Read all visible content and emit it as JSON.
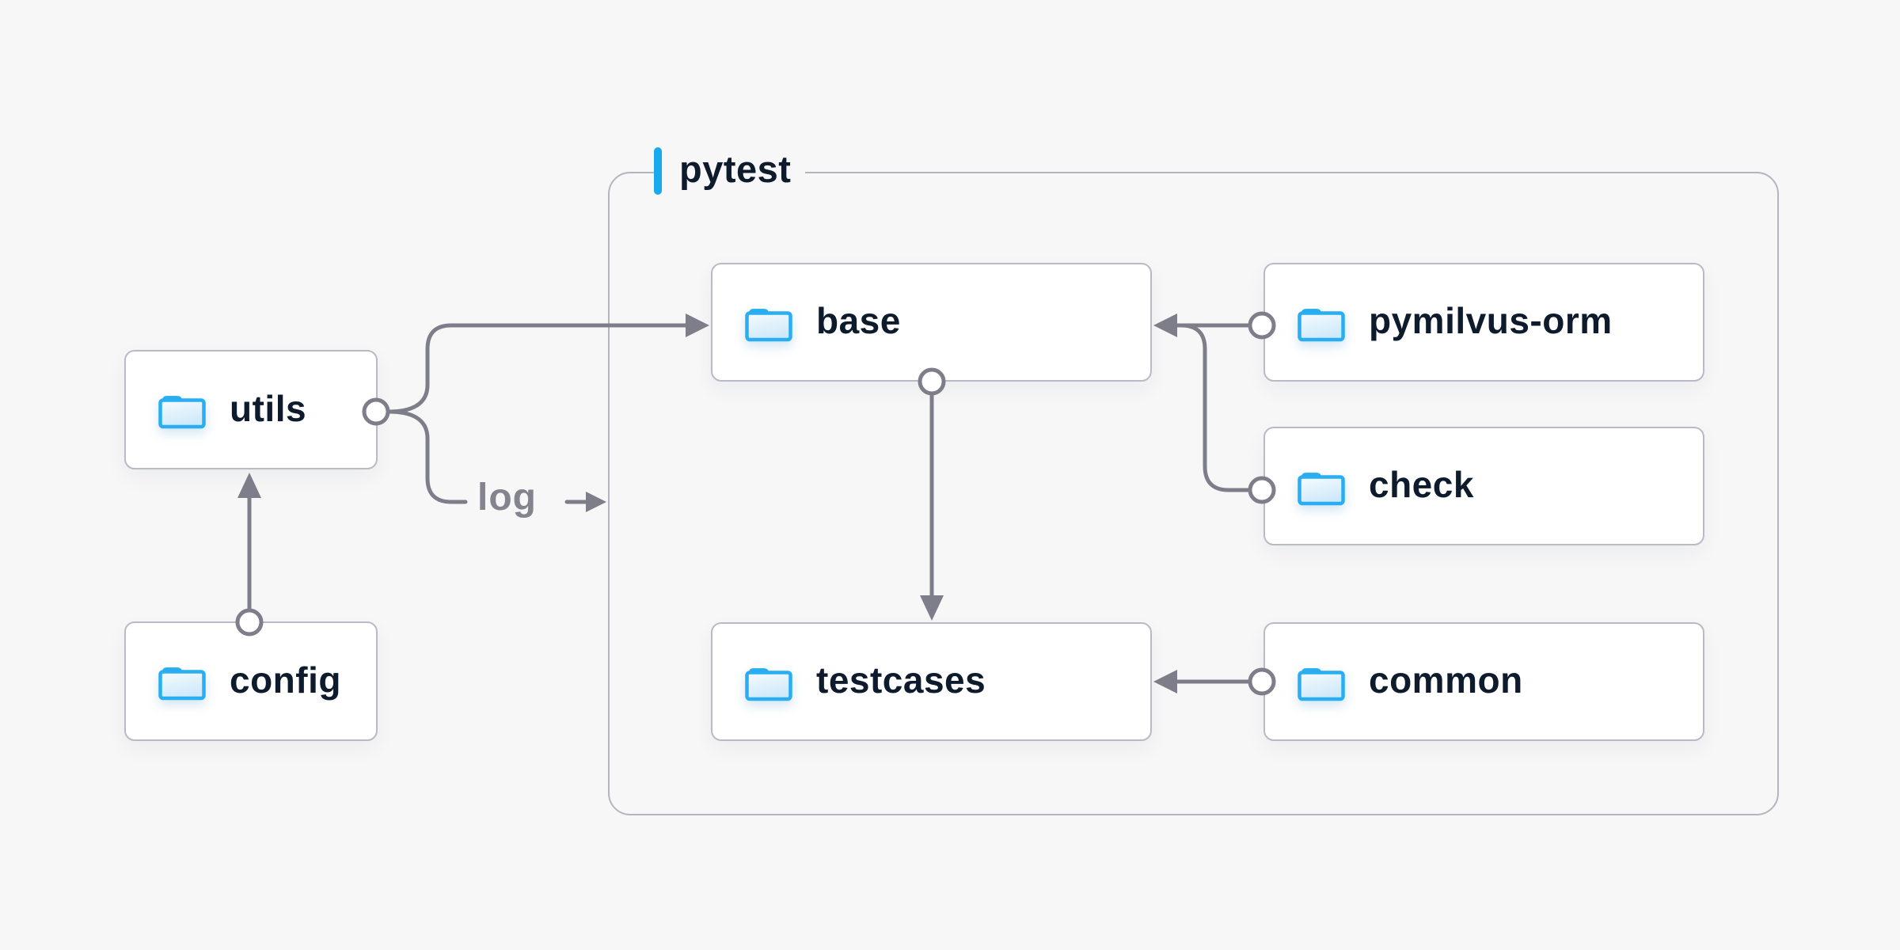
{
  "diagram": {
    "background_color": "#f7f7f8",
    "group": {
      "label": "pytest",
      "accent_color": "#19aaee"
    },
    "nodes": [
      {
        "id": "utils",
        "label": "utils",
        "icon": "folder-icon"
      },
      {
        "id": "config",
        "label": "config",
        "icon": "folder-icon"
      },
      {
        "id": "base",
        "label": "base",
        "icon": "folder-icon"
      },
      {
        "id": "pymilvus-orm",
        "label": "pymilvus-orm",
        "icon": "folder-icon"
      },
      {
        "id": "check",
        "label": "check",
        "icon": "folder-icon"
      },
      {
        "id": "testcases",
        "label": "testcases",
        "icon": "folder-icon"
      },
      {
        "id": "common",
        "label": "common",
        "icon": "folder-icon"
      }
    ],
    "edges": [
      {
        "from": "config",
        "to": "utils",
        "label": ""
      },
      {
        "from": "utils",
        "to": "base",
        "label": ""
      },
      {
        "from": "utils",
        "to": "pytest",
        "label": "log"
      },
      {
        "from": "base",
        "to": "testcases",
        "label": ""
      },
      {
        "from": "pymilvus-orm",
        "to": "base",
        "label": ""
      },
      {
        "from": "check",
        "to": "base",
        "label": ""
      },
      {
        "from": "common",
        "to": "testcases",
        "label": ""
      }
    ],
    "colors": {
      "line_gray": "#7e7e8a",
      "node_text": "#0e1b2c",
      "node_border": "#babac5",
      "group_border": "#b5b5c0",
      "folder_blue": "#28aef1",
      "folder_tab_blue": "#189fe8",
      "annotation_gray": "#84848f"
    }
  }
}
